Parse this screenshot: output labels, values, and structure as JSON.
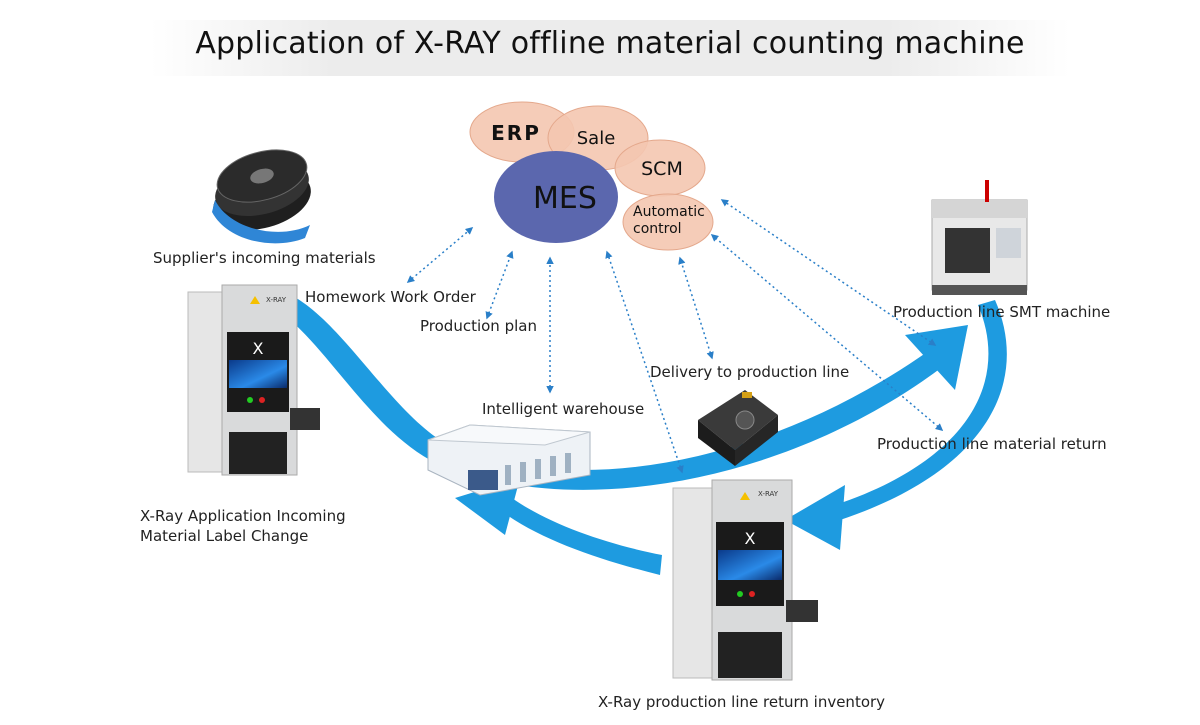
{
  "title": "Application of X-RAY offline material counting machine",
  "systems": {
    "erp": "ERP",
    "sale": "Sale",
    "scm": "SCM",
    "mes": "MES",
    "automatic_control_line1": "Automatic",
    "automatic_control_line2": "control"
  },
  "labels": {
    "supplier": "Supplier's incoming materials",
    "work_order": "Homework Work Order",
    "production_plan": "Production plan",
    "warehouse": "Intelligent warehouse",
    "delivery": "Delivery to production line",
    "smt": "Production line SMT machine",
    "material_return": "Production line material return",
    "incoming_line1": "X-Ray Application Incoming",
    "incoming_line2": "Material Label Change",
    "return_inventory": "X-Ray production line return inventory"
  },
  "machine_brand": "X-RAY",
  "colors": {
    "flow_arrow": "#1e9be0",
    "dotted_arrow": "#2a7fc8",
    "mes": "#5b67ae",
    "bubble": "#f4c6b0"
  }
}
